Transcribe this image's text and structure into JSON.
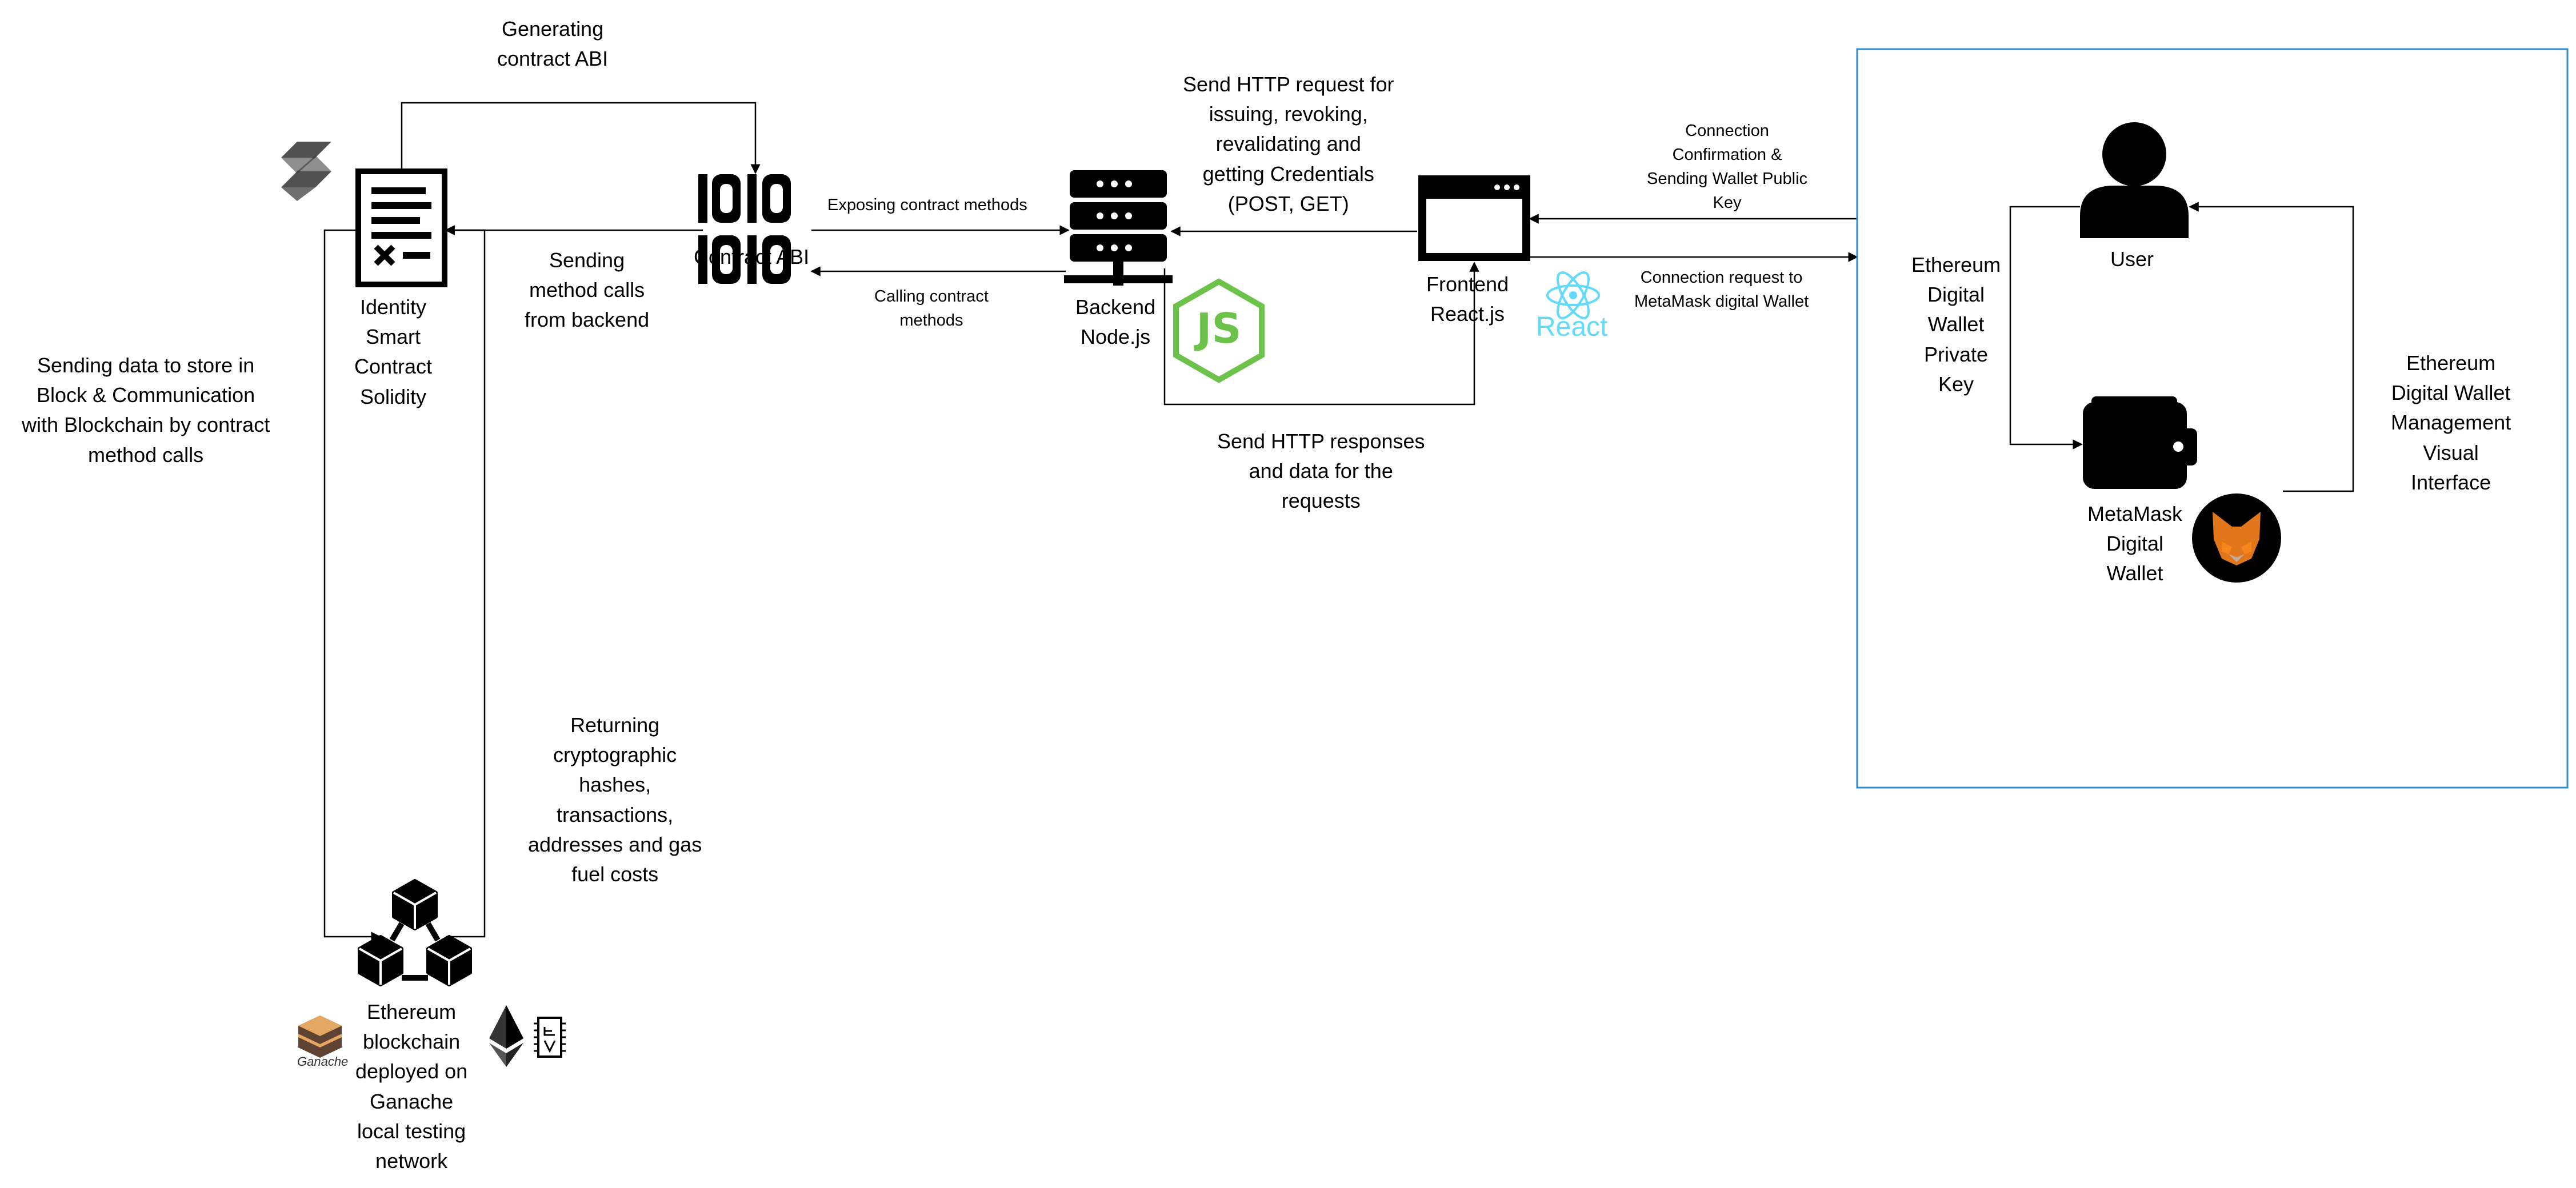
{
  "nodes": {
    "contract": "Identity\nSmart\nContract\nSolidity",
    "abi": "Contract ABI",
    "backend": "Backend\nNode.js",
    "frontend": "Frontend\nReact.js",
    "user": "User",
    "wallet": "MetaMask\nDigital\nWallet",
    "blockchain": "Ethereum\nblockchain\ndeployed on\nGanache\nlocal testing\nnetwork"
  },
  "edges": {
    "generating_abi": "Generating\ncontract ABI",
    "sending_method_calls": "Sending\nmethod calls\nfrom backend",
    "exposing_methods": "Exposing contract methods",
    "calling_methods": "Calling contract\nmethods",
    "http_request": "Send HTTP request for\nissuing, revoking,\nrevalidating and\ngetting Credentials\n(POST, GET)",
    "http_response": "Send HTTP responses\nand data for the\nrequests",
    "connection_confirmation": "Connection\nConfirmation &\nSending Wallet Public\nKey",
    "connection_request": "Connection request to\nMetaMask digital Wallet",
    "private_key": "Ethereum\nDigital\nWallet\nPrivate\nKey",
    "management_interface": "Ethereum\nDigital Wallet\nManagement\nVisual\nInterface",
    "sending_data": "Sending data to store in\nBlock & Communication\nwith Blockchain by contract\nmethod calls",
    "returning_hashes": "Returning\ncryptographic\nhashes,\ntransactions,\naddresses and gas\nfuel costs"
  },
  "logos": {
    "react": "React",
    "ganache": "Ganache",
    "nodejs": "JS",
    "abi_icon": "1010"
  },
  "colors": {
    "stroke": "#000000",
    "frame": "#2e8fd0",
    "react": "#61dafb",
    "node_green": "#6cc24a",
    "metamask_orange": "#e2761b"
  },
  "icons": {
    "contract": "contract-document-icon",
    "abi": "binary-icon",
    "backend": "server-icon",
    "frontend": "browser-window-icon",
    "user": "user-icon",
    "wallet": "wallet-icon",
    "blockchain": "blockchain-cubes-icon",
    "solidity": "solidity-logo",
    "nodejs": "nodejs-logo",
    "react": "react-logo",
    "metamask": "metamask-fox-logo",
    "ganache": "ganache-logo",
    "ethereum": "ethereum-logo",
    "evm": "evm-chip-icon"
  }
}
